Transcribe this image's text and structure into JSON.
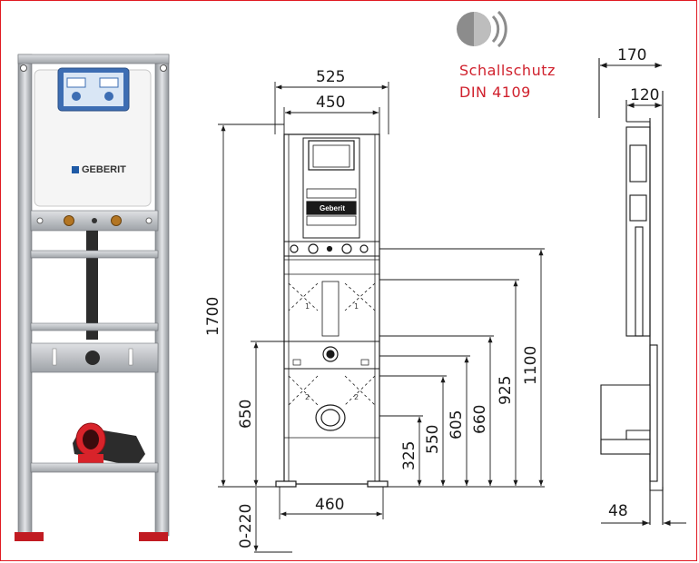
{
  "badge": {
    "line1": "Schallschutz",
    "line2": "DIN 4109",
    "color": "#d0212d",
    "icon": "sound-insulation-icon"
  },
  "brand": {
    "photo_logo": "GEBERIT",
    "drawing_logo": "Geberit",
    "colors": {
      "frame": "#e01a22",
      "steel": "#b9bcc0",
      "cistern": "#f4f4f4",
      "drain": "#d8232a"
    }
  },
  "front_view": {
    "overall_width": "525",
    "inner_width": "450",
    "foot_width": "460",
    "height_total": "1700",
    "height_650": "650",
    "adjust_range": "0-220",
    "levels": [
      "1100",
      "925",
      "660",
      "605",
      "550",
      "325"
    ],
    "labels": [
      "1",
      "1",
      "2",
      "2"
    ]
  },
  "side_view": {
    "depth_total": "170",
    "depth_frame": "120",
    "foot_offset": "48"
  }
}
